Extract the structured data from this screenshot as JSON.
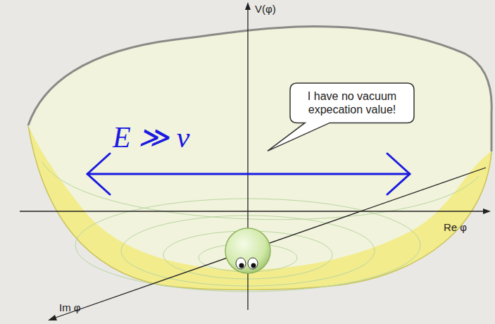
{
  "diagram": {
    "nodes": [
      {
        "text": [
          "I have no vacuum expecation value!"
        ]
      }
    ],
    "labels": [
      "V(φ)",
      "Re φ",
      "Im φ",
      "E ≫ v"
    ]
  }
}
